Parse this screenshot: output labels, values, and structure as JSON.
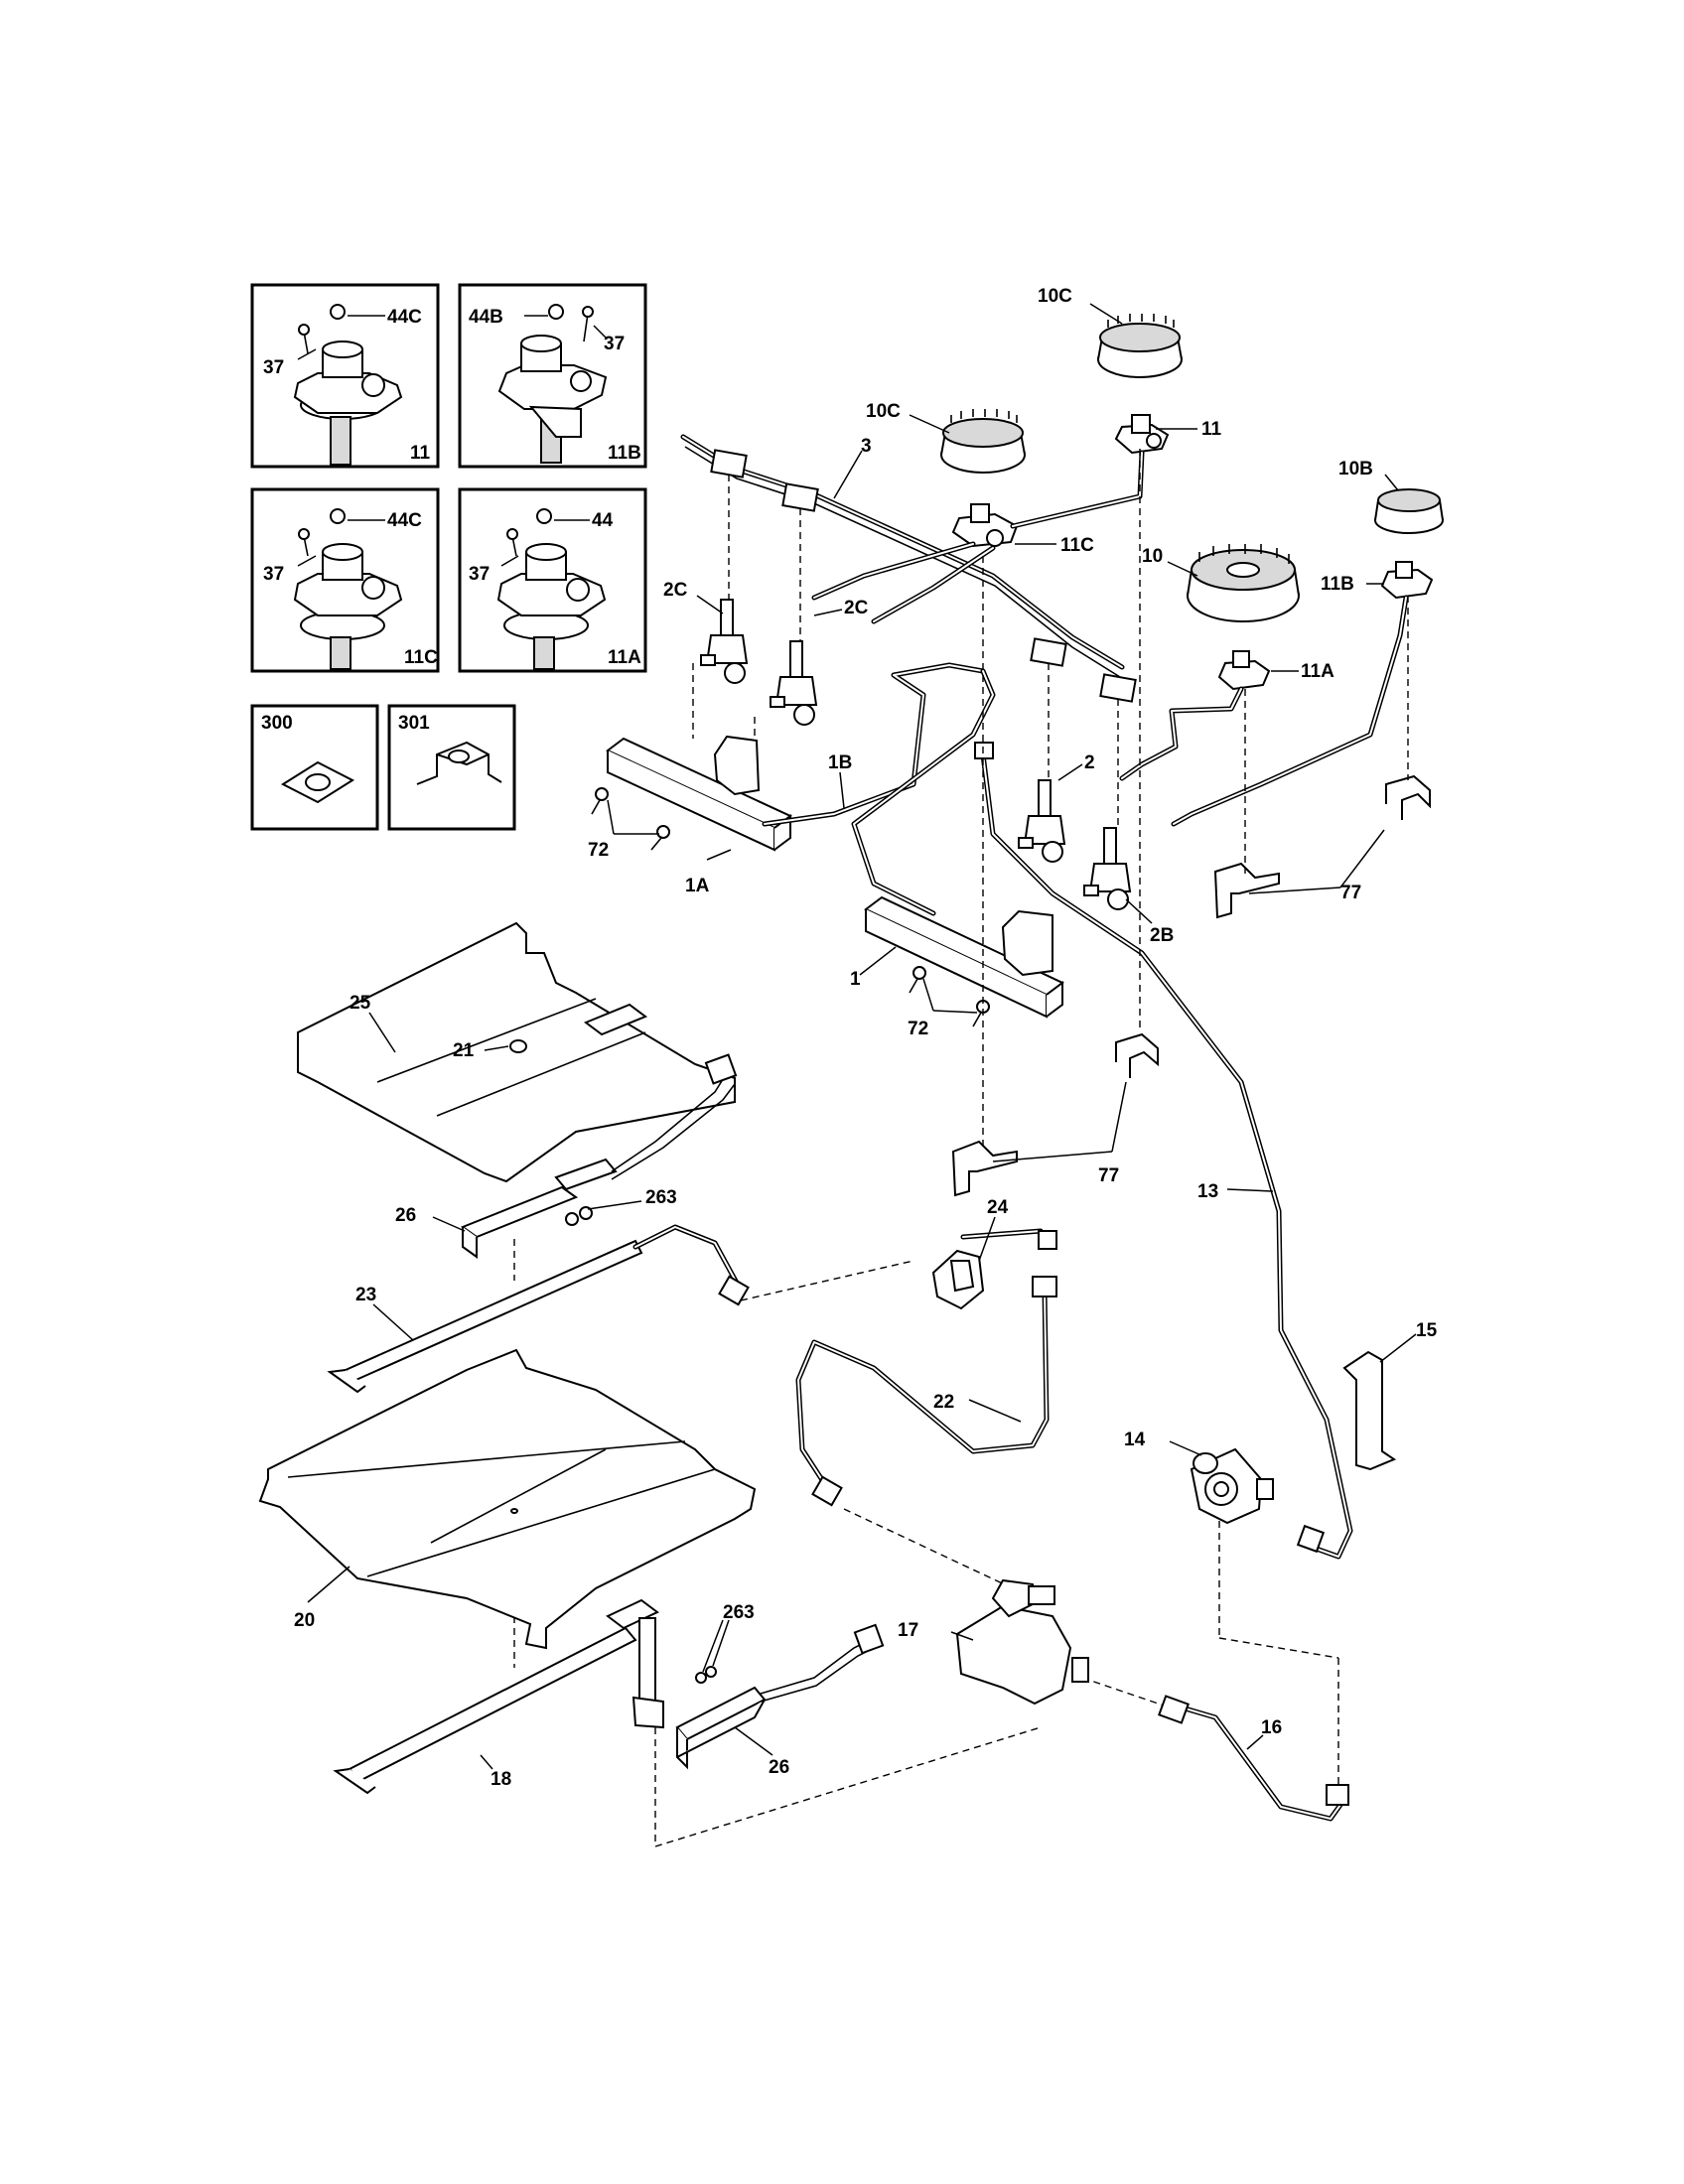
{
  "labels": {
    "inset_11": {
      "l1": "44C",
      "l2": "37",
      "l3": "11"
    },
    "inset_11B": {
      "l1": "44B",
      "l2": "37",
      "l3": "11B"
    },
    "inset_11C": {
      "l1": "44C",
      "l2": "37",
      "l3": "11C"
    },
    "inset_11A": {
      "l1": "44",
      "l2": "37",
      "l3": "11A"
    },
    "inset_300": "300",
    "inset_301": "301",
    "p10C_top": "10C",
    "p10C": "10C",
    "p11": "11",
    "p3": "3",
    "p10B": "10B",
    "p11C": "11C",
    "p10": "10",
    "p11B": "11B",
    "p2C_a": "2C",
    "p2C_b": "2C",
    "p11A": "11A",
    "p1B": "1B",
    "p2": "2",
    "p72_a": "72",
    "p1A": "1A",
    "p77_a": "77",
    "p2B": "2B",
    "p1": "1",
    "p72_b": "72",
    "p25": "25",
    "p21": "21",
    "p77_b": "77",
    "p13": "13",
    "p263_a": "263",
    "p26_a": "26",
    "p24": "24",
    "p23": "23",
    "p15": "15",
    "p22": "22",
    "p14": "14",
    "p20": "20",
    "p263_b": "263",
    "p17": "17",
    "p16": "16",
    "p18": "18",
    "p26_b": "26"
  },
  "icons": [
    "burner-cap",
    "burner-head",
    "valve",
    "manifold",
    "bracket",
    "regulator",
    "safety-valve",
    "igniter",
    "tube"
  ]
}
